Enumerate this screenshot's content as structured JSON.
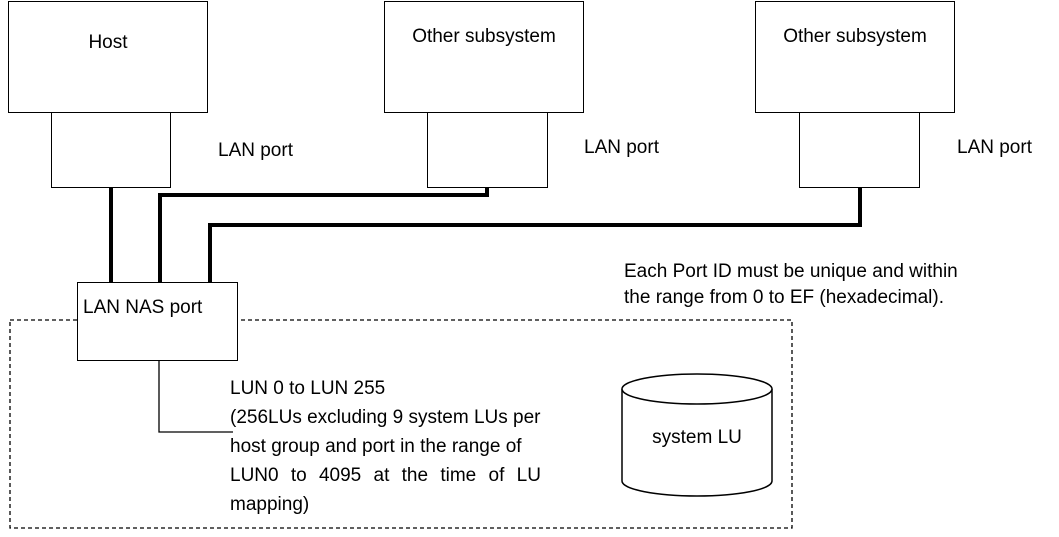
{
  "nodes": {
    "host": "Host",
    "subsystem_a": "Other subsystem",
    "subsystem_b": "Other subsystem",
    "lan_port_1": "LAN port",
    "lan_port_2": "LAN port",
    "lan_port_3": "LAN port",
    "lan_nas_port": "LAN NAS port",
    "system_lu": "system LU"
  },
  "notes": {
    "port_id_line1": "Each Port ID must be unique and within",
    "port_id_line2": "the range from 0 to EF (hexadecimal).",
    "lun_title": "LUN 0 to LUN 255",
    "lun_detail_1": "(256LUs excluding 9 system LUs per",
    "lun_detail_2": "host group and port in the range of",
    "lun_detail_3": "LUN0 to 4095 at the time of LU",
    "lun_detail_4": "mapping)"
  }
}
